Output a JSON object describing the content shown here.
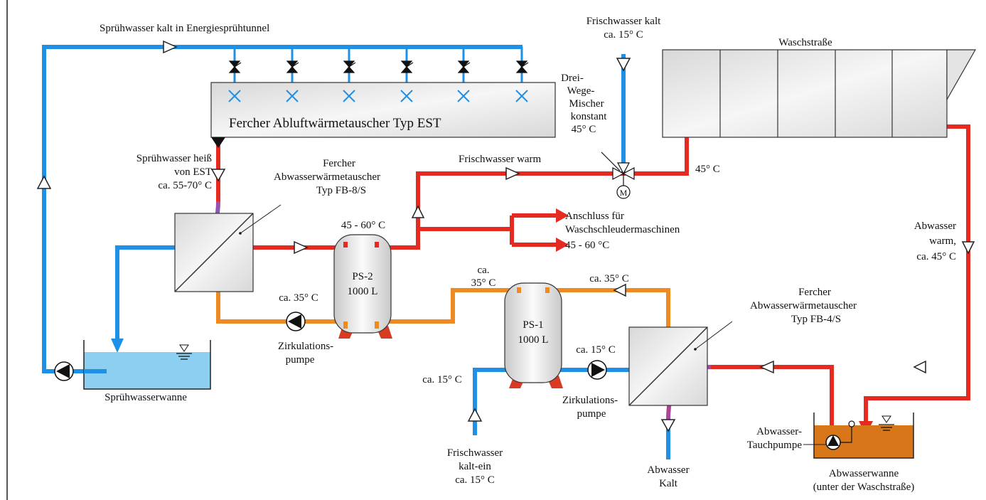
{
  "colors": {
    "cold_water": "#1e90e6",
    "hot_water": "#e52a22",
    "medium_water": "#ee8a22",
    "spray_basin_fill": "#8ccff0",
    "waste_basin_fill": "#d8771a",
    "equipment_fill": "#e4e4e4",
    "tank_feet": "#d83a22",
    "line_dark": "#222222"
  },
  "labels": {
    "spray_cold": "Sprühwasser kalt in Energiesprühtunnel",
    "fresh_cold_top_1": "Frischwasser kalt",
    "fresh_cold_top_2": "ca. 15° C",
    "wash_line": "Waschstraße",
    "exhaust_hx": "Fercher Abluftwärmetauscher Typ EST",
    "mixer_1": "Drei-",
    "mixer_2": "Wege-",
    "mixer_3": "Mischer",
    "mixer_4": "konstant",
    "mixer_5": "45° C",
    "mixer_motor": "M",
    "spray_hot_1": "Sprühwasser heiß",
    "spray_hot_2": "von EST",
    "spray_hot_3": "ca. 55-70° C",
    "hx_fb8_1": "Fercher",
    "hx_fb8_2": "Abwasserwärmetauscher",
    "hx_fb8_3": "Typ FB-8/S",
    "fresh_warm": "Frischwasser warm",
    "temp_45": "45° C",
    "temp_45_60_ps2": "45 - 60° C",
    "connection_1": "Anschluss für",
    "connection_2": "Waschschleudermaschinen",
    "connection_3": "45 - 60 °C",
    "waste_warm_1": "Abwasser",
    "waste_warm_2": "warm,",
    "waste_warm_3": "ca. 45° C",
    "ps2_name": "PS-2",
    "ps2_volume": "1000 L",
    "ps1_name": "PS-1",
    "ps1_volume": "1000 L",
    "temp_35_left": "ca. 35° C",
    "temp_35_mid_1": "ca.",
    "temp_35_mid_2": "35° C",
    "temp_35_right": "ca. 35° C",
    "hx_fb4_1": "Fercher",
    "hx_fb4_2": "Abwasserwärmetauscher",
    "hx_fb4_3": "Typ FB-4/S",
    "circ_pump_left_1": "Zirkulations-",
    "circ_pump_left_2": "pumpe",
    "temp_15_pump": "ca. 15° C",
    "temp_15_left": "ca. 15° C",
    "circ_pump_right_1": "Zirkulations-",
    "circ_pump_right_2": "pumpe",
    "spray_basin": "Sprühwasserwanne",
    "fresh_in_1": "Frischwasser",
    "fresh_in_2": "kalt-ein",
    "fresh_in_3": "ca. 15° C",
    "waste_cold_1": "Abwasser",
    "waste_cold_2": "Kalt",
    "sub_pump_1": "Abwasser-",
    "sub_pump_2": "Tauchpumpe",
    "waste_basin_1": "Abwasserwanne",
    "waste_basin_2": "(unter der Waschstraße)"
  }
}
